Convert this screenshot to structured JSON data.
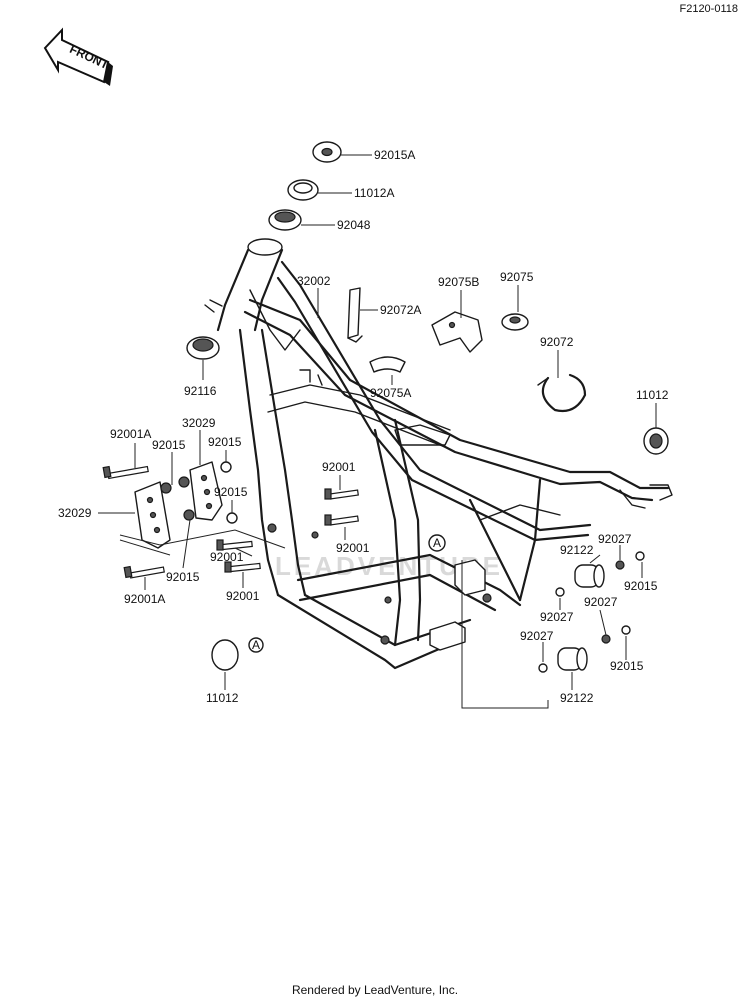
{
  "figure_id": "F2120-0118",
  "front_arrow_label": "FRONT",
  "footer_text": "Rendered by LeadVenture, Inc.",
  "watermark_text": "LEADVENTURE",
  "reference_marker": "A",
  "callouts": {
    "p92015A": "92015A",
    "p11012A": "11012A",
    "p92048": "92048",
    "p32002": "32002",
    "p92072A": "92072A",
    "p92075B": "92075B",
    "p92075": "92075",
    "p92072": "92072",
    "p92116": "92116",
    "p92075A": "92075A",
    "p11012_right": "11012",
    "p92001A_top": "92001A",
    "p32029_top": "32029",
    "p92015_a": "92015",
    "p92015_b": "92015",
    "p32029_left": "32029",
    "p92015_c": "92015",
    "p92001_mid": "92001",
    "p92001_mid2": "92001",
    "p92001_left": "92001",
    "p92015_d": "92015",
    "p92001A_bottom": "92001A",
    "p92001_bottom": "92001",
    "p92027_a": "92027",
    "p92122_a": "92122",
    "p92015_e": "92015",
    "p92027_b": "92027",
    "p92027_c": "92027",
    "p92027_d": "92027",
    "p92015_f": "92015",
    "p92122_b": "92122",
    "p11012_cap": "11012"
  }
}
